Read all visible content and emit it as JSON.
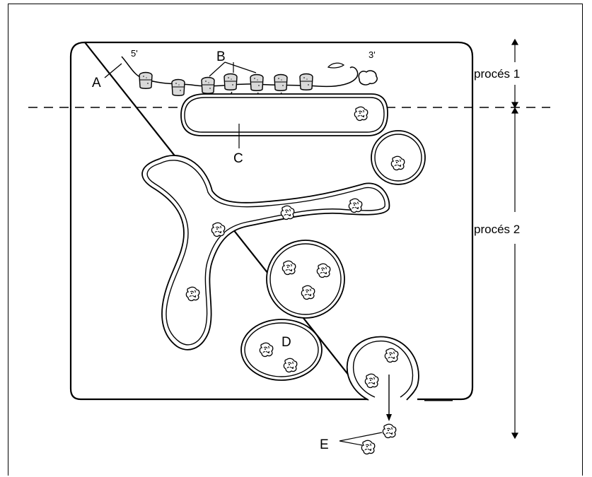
{
  "labels": {
    "A": "A",
    "B": "B",
    "C": "C",
    "D": "D",
    "E": "E",
    "five_prime": "5'",
    "three_prime": "3'"
  },
  "process_labels": {
    "process1": "procés 1",
    "process2": "procés 2"
  },
  "colors": {
    "stroke": "#000000",
    "background": "#ffffff",
    "organelle_fill": "#ffffff",
    "ribosome_fill": "#d9d9d9"
  },
  "icons": {
    "protein": "protein-blob-icon",
    "ribosome": "ribosome-icon"
  }
}
